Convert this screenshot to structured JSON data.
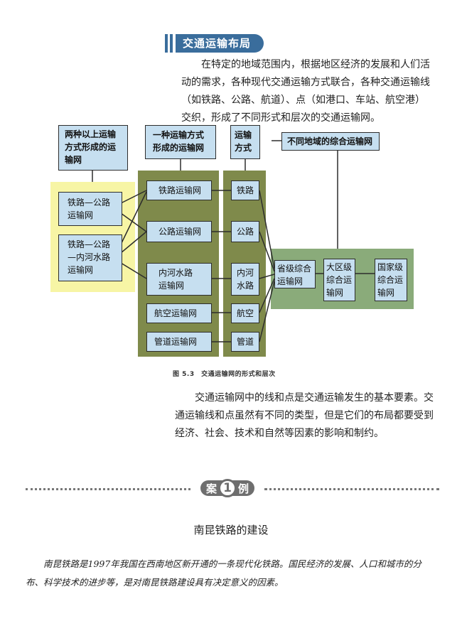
{
  "section": {
    "title": "交通运输布局",
    "intro": "在特定的地域范围内，根据地区经济的发展和人们活动的需求，各种现代交通运输方式联合，各种交通运输线（如铁路、公路、航道）、点（如港口、车站、航空港）交织，形成了不同形式和层次的交通运输网。"
  },
  "diagram": {
    "headers": {
      "multi": [
        "两种以上运输",
        "方式形成的运",
        "输网"
      ],
      "single": [
        "一种运输方式",
        "形成的运输网"
      ],
      "mode": [
        "运输",
        "方式"
      ],
      "regional": "不同地域的综合运输网"
    },
    "combined": [
      [
        "铁路—公路",
        "运输网"
      ],
      [
        "铁路—公路",
        "—内河水路",
        "运输网"
      ]
    ],
    "networks": [
      [
        "铁路运输网"
      ],
      [
        "公路运输网"
      ],
      [
        "内河水路",
        "运输网"
      ],
      [
        "航空运输网"
      ],
      [
        "管道运输网"
      ]
    ],
    "modes": [
      [
        "铁路"
      ],
      [
        "公路"
      ],
      [
        "内河",
        "水路"
      ],
      [
        "航空"
      ],
      [
        "管道"
      ]
    ],
    "levels": [
      [
        "省级综合",
        "运输网"
      ],
      [
        "大区级",
        "综合运",
        "输网"
      ],
      [
        "国家级",
        "综合运",
        "输网"
      ]
    ],
    "caption": "图 5.3　交通运输网的形式和层次",
    "colors": {
      "box_fill": "#c6dff0",
      "olive": "#7f8a4b",
      "yellow": "#f7f5a5",
      "green": "#8aab7a",
      "header_blue": "#3a6d9c"
    }
  },
  "body_text": "交通运输网中的线和点是交通运输发生的基本要素。交通运输线和点虽然有不同的类型，但是它们的布局都要受到经济、社会、技术和自然等因素的影响和制约。",
  "case": {
    "left": "案",
    "number": "1",
    "right": "例",
    "title": "南昆铁路的建设",
    "text": "南昆铁路是1997年我国在西南地区新开通的一条现代化铁路。国民经济的发展、人口和城市的分布、科学技术的进步等，是对南昆铁路建设具有决定意义的因素。"
  }
}
